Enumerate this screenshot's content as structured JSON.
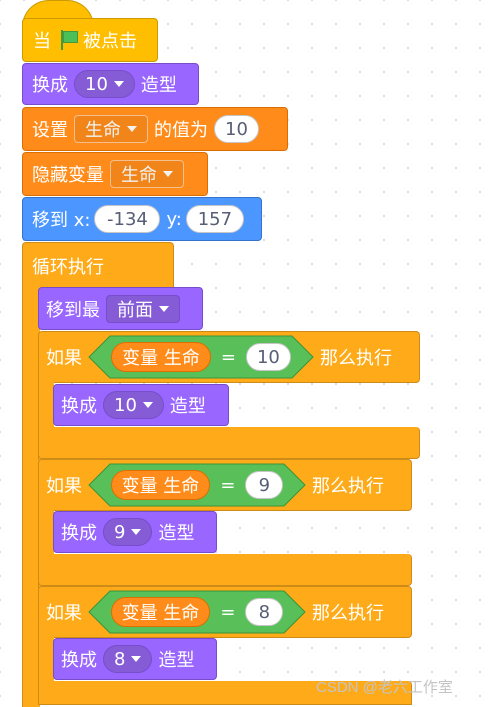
{
  "blocks": {
    "when_flag": {
      "before": "当",
      "after": "被点击",
      "flag_icon": "green-flag-icon"
    },
    "switch1": {
      "label": "换成",
      "value": "10",
      "suffix": "造型"
    },
    "set_var": {
      "label": "设置",
      "var": "生命",
      "mid": "的值为",
      "value": "10"
    },
    "hide_var": {
      "label": "隐藏变量",
      "var": "生命"
    },
    "goto": {
      "label": "移到 x:",
      "x": "-134",
      "ylabel": "y:",
      "y": "157"
    },
    "forever": {
      "label": "循环执行"
    },
    "goto_front": {
      "label": "移到最",
      "value": "前面"
    },
    "if1": {
      "if": "如果",
      "var_label": "变量 生命",
      "op": "=",
      "value": "10",
      "then": "那么执行"
    },
    "switch2": {
      "label": "换成",
      "value": "10",
      "suffix": "造型"
    },
    "if2": {
      "if": "如果",
      "var_label": "变量 生命",
      "op": "=",
      "value": "9",
      "then": "那么执行"
    },
    "switch3": {
      "label": "换成",
      "value": "9",
      "suffix": "造型"
    },
    "if3": {
      "if": "如果",
      "var_label": "变量 生命",
      "op": "=",
      "value": "8",
      "then": "那么执行"
    },
    "switch4": {
      "label": "换成",
      "value": "8",
      "suffix": "造型"
    }
  },
  "watermark": "CSDN @老六工作室",
  "colors": {
    "events": "#FFBF00",
    "looks": "#9966FF",
    "variables": "#FF8C1A",
    "motion": "#4C97FF",
    "control": "#FFAB19",
    "operators": "#59C059"
  }
}
